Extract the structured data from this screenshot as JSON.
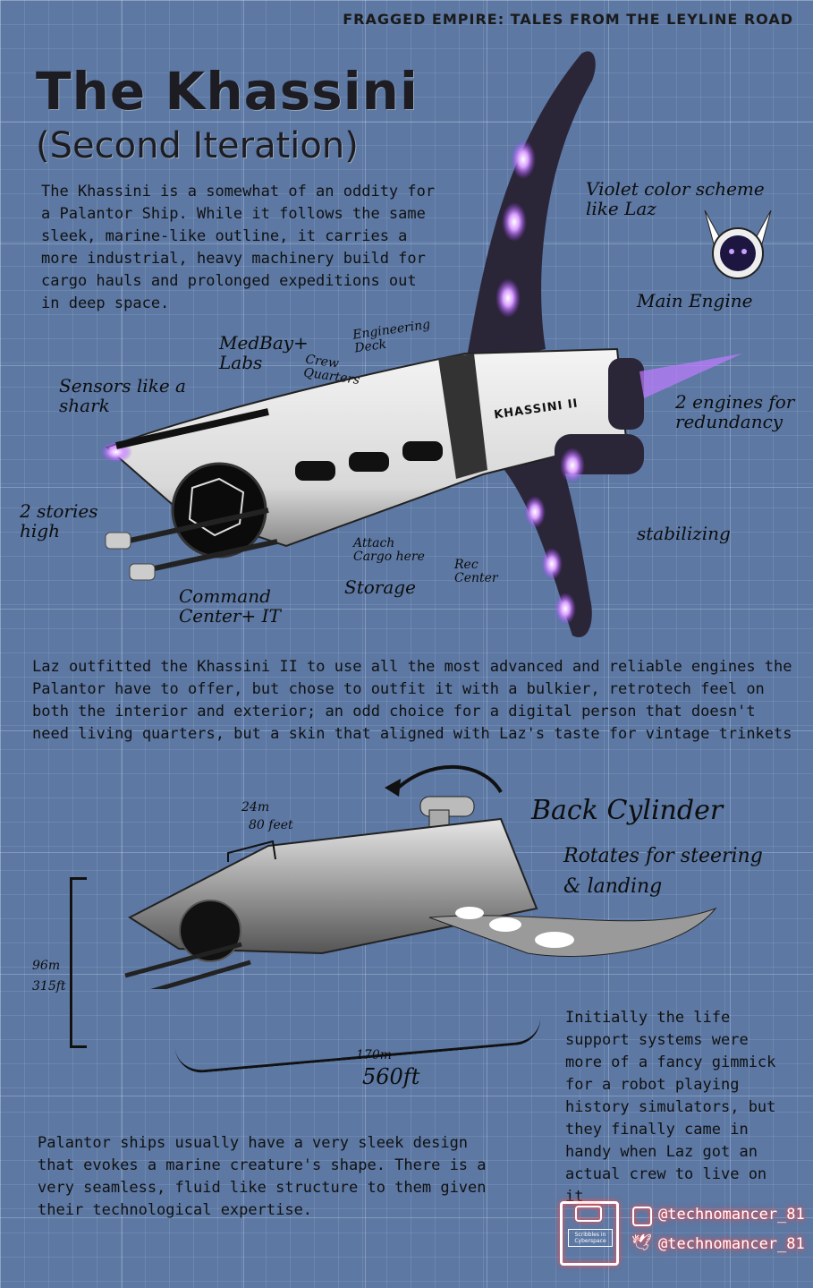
{
  "header": "FRAGGED EMPIRE: TALES FROM THE LEYLINE ROAD",
  "title": "The Khassini",
  "subtitle": "(Second Iteration)",
  "intro": "The Khassini is a somewhat of an oddity for a Palantor Ship. While it follows the same sleek, marine-like outline, it carries a more industrial, heavy machinery build for cargo hauls and prolonged expeditions out in deep space.",
  "ship_name": "KHASSINI II",
  "annotations": {
    "violet": "Violet color scheme like Laz",
    "main_engine": "Main Engine",
    "engineering": "Engineering Deck",
    "medbay": "MedBay+ Labs",
    "crew": "Crew Quarters",
    "sensors": "Sensors like a shark",
    "two_engines": "2 engines for redundancy",
    "stories": "2 stories high",
    "stabilizing": "stabilizing",
    "attach": "Attach Cargo here",
    "storage": "Storage",
    "rec": "Rec Center",
    "command": "Command Center+ IT",
    "length_m": "24m",
    "length_ft": "80 feet",
    "height_m": "96m",
    "height_ft": "315ft",
    "width_m": "170m",
    "width_ft": "560ft",
    "back_cylinder": "Back Cylinder",
    "rotates": "Rotates for steering & landing"
  },
  "middle_text": "Laz outfitted the Khassini II to use all the most advanced and reliable engines the Palantor have to offer, but chose to outfit it with a bulkier, retrotech feel on both the interior and exterior; an odd choice for a digital person that doesn't need living quarters, but a skin that aligned with Laz's taste for vintage trinkets",
  "life_support_text": "Initially the life support systems were more of a fancy gimmick for a robot playing history simulators, but they finally came in handy when Laz got an actual crew to live on it",
  "bottom_text": "Palantor ships usually have a very sleek design that evokes a marine creature's shape. There is a very seamless, fluid like structure to them given their technological expertise.",
  "logo_text": "Scribbles in Cyberspace",
  "social": {
    "instagram": "@technomancer_81",
    "twitter": "@technomancer_81"
  },
  "colors": {
    "background": "#5c78a3",
    "accent": "#9b3cff",
    "neon": "#ff4a4a"
  }
}
